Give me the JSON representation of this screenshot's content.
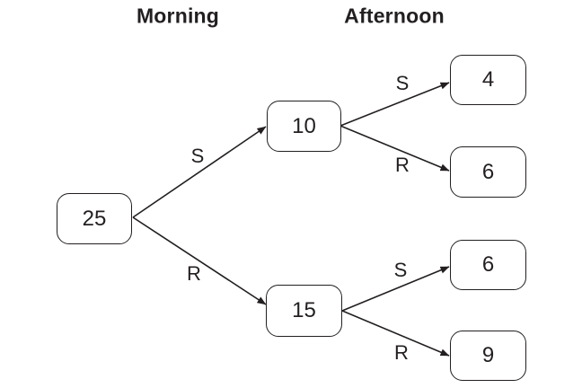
{
  "headers": {
    "morning": "Morning",
    "afternoon": "Afternoon"
  },
  "nodes": {
    "root": "25",
    "morning": [
      "10",
      "15"
    ],
    "afternoon": [
      "4",
      "6",
      "6",
      "9"
    ]
  },
  "edges": [
    {
      "from": "25",
      "to": "10",
      "label": "S"
    },
    {
      "from": "25",
      "to": "15",
      "label": "R"
    },
    {
      "from": "10",
      "to": "4",
      "label": "S"
    },
    {
      "from": "10",
      "to": "6",
      "label": "R"
    },
    {
      "from": "15",
      "to": "6",
      "label": "S"
    },
    {
      "from": "15",
      "to": "9",
      "label": "R"
    }
  ],
  "colors": {
    "ink": "#231f20",
    "background": "#ffffff"
  }
}
